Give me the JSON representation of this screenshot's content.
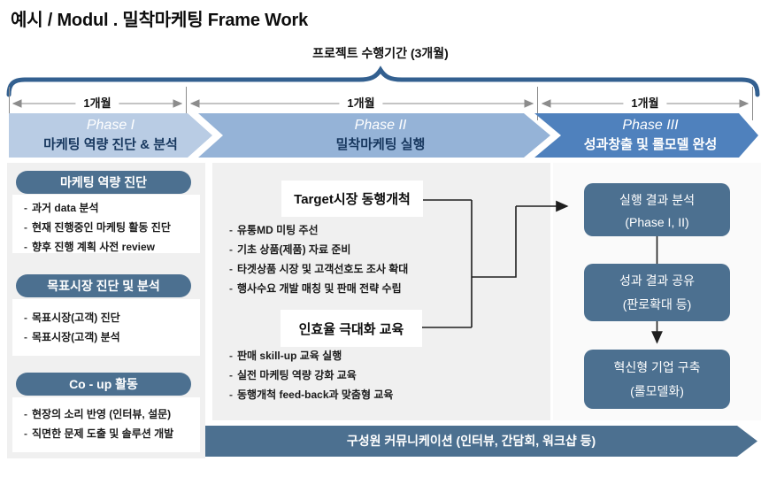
{
  "title": "예시 / Modul . 밀착마케팅 Frame Work",
  "timeline": {
    "period_label": "프로젝트 수행기간 (3개월)",
    "segments": [
      "1개월",
      "1개월",
      "1개월"
    ]
  },
  "phases": [
    {
      "name": "Phase I",
      "subtitle": "마케팅 역량 진단 & 분석"
    },
    {
      "name": "Phase II",
      "subtitle": "밀착마케팅 실행"
    },
    {
      "name": "Phase III",
      "subtitle": "성과창출 및 롤모델 완성"
    }
  ],
  "left_column": {
    "groups": [
      {
        "header": "마케팅 역량 진단",
        "items": [
          "과거 data 분석",
          "현재 진행중인 마케팅 활동 진단",
          "향후 진행 계획 사전 review"
        ]
      },
      {
        "header": "목표시장 진단 및 분석",
        "items": [
          "목표시장(고객) 진단",
          "목표시장(고객) 분석"
        ]
      },
      {
        "header": "Co - up 활동",
        "items": [
          "현장의 소리 반영 (인터뷰, 설문)",
          "직면한 문제 도출 및 솔루션 개발"
        ]
      }
    ]
  },
  "middle_column": {
    "groups": [
      {
        "header": "Target시장 동행개척",
        "items": [
          "유통MD 미팅 주선",
          "기초 상품(제품) 자료 준비",
          "타겟상품 시장 및 고객선호도 조사 확대",
          "행사수요 개발 매칭 및 판매 전략 수립"
        ]
      },
      {
        "header": "인효율 극대화 교육",
        "items": [
          "판매 skill-up 교육 실행",
          "실전 마케팅 역량 강화 교육",
          "동행개척 feed-back과 맞춤형 교육"
        ]
      }
    ]
  },
  "right_column": {
    "boxes": [
      {
        "line1": "실행 결과 분석",
        "line2": "(Phase I, II)"
      },
      {
        "line1": "성과 결과 공유",
        "line2": "(판로확대 등)"
      },
      {
        "line1": "혁신형 기업 구축",
        "line2": "(롤모델화)"
      }
    ]
  },
  "bottom_banner": {
    "label": "구성원 커뮤니케이션 (인터뷰, 간담회, 워크샵 등)"
  },
  "colors": {
    "steel_blue": "#4c7090",
    "brace_blue": "#336090",
    "phase1_fill": "#b9cce4",
    "phase2_fill": "#95b3d7",
    "phase3_fill": "#4f81bd",
    "phase_subtitle_dark": "#17375e",
    "panel_gray": "#f0f0f0"
  }
}
